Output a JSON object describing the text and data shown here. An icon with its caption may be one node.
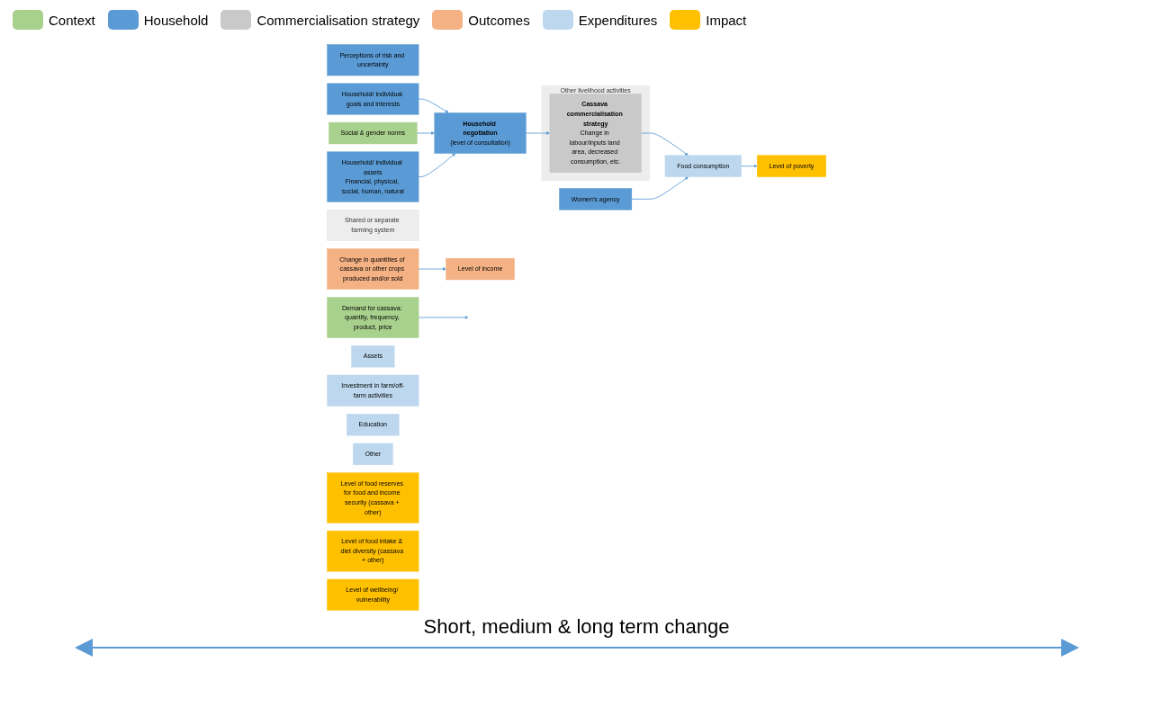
{
  "diagram": {
    "nodes": [
      {
        "text": [
          "Perceptions of risk and uncertainty"
        ]
      },
      {
        "text": [
          "Household/ individual goals and interests"
        ]
      },
      {
        "text": [
          "Demand for cassava: quantity, frequency, product, price"
        ]
      },
      {
        "text": [
          "Social & gender norms"
        ]
      },
      {
        "text": [
          "Shared or separate farming system"
        ]
      },
      {
        "text": [
          "Household negotiation",
          "(level of consultation)"
        ]
      },
      {
        "text": [
          "Other livelihood activities"
        ]
      },
      {
        "text": [
          "Cassava commercialisation strategy",
          "Change in labour/inputs land area, decreased consumption, etc."
        ],
        "in": 6
      },
      {
        "text": [
          "Change in quantities of cassava or other crops produced and/or sold"
        ]
      },
      {
        "text": [
          "Level of income"
        ]
      },
      {
        "text": [
          "Household/ individual assets",
          "Financial, physical, social, human, natural"
        ]
      },
      {
        "text": [
          "Women’s agency"
        ]
      },
      {
        "text": [
          "Assets"
        ]
      },
      {
        "text": [
          "Investment in farm/off-farm activities"
        ]
      },
      {
        "text": [
          "Food consumption"
        ]
      },
      {
        "text": [
          "Education"
        ]
      },
      {
        "text": [
          "Other"
        ]
      },
      {
        "text": [
          "Level of food reserves for food and income security (cassava + other)"
        ]
      },
      {
        "text": [
          "Level of food intake & diet diversity (cassava + other)"
        ]
      },
      {
        "text": [
          "Level of poverty"
        ]
      },
      {
        "text": [
          "Level of wellbeing/ vulnerability"
        ]
      }
    ],
    "edges": [
      {
        "from": 1,
        "to": 5,
        "arrow": "to"
      },
      {
        "from": 3,
        "to": 5,
        "arrow": "to"
      },
      {
        "from": 10,
        "to": 5,
        "arrow": "to"
      },
      {
        "from": 5,
        "to": 7,
        "arrow": "to"
      },
      {
        "from": 7,
        "to": 14,
        "arrow": "to"
      },
      {
        "from": 8,
        "to": 9,
        "arrow": "to"
      },
      {
        "from": 2,
        "to": null,
        "arrow": "to"
      },
      {
        "from": 11,
        "to": 14,
        "arrow": "to"
      },
      {
        "from": 14,
        "to": 19,
        "arrow": "to"
      }
    ],
    "labels": [
      "Short, medium & long term change"
    ],
    "legend": [
      {
        "text": "Context",
        "color": "#a9d18e"
      },
      {
        "text": "Household",
        "color": "#5b9bd5"
      },
      {
        "text": "Commercialisation strategy",
        "color": "#c9c9c9"
      },
      {
        "text": "Outcomes",
        "color": "#f4b183"
      },
      {
        "text": "Expenditures",
        "color": "#bdd7ee"
      },
      {
        "text": "Impact",
        "color": "#ffc000"
      }
    ]
  }
}
